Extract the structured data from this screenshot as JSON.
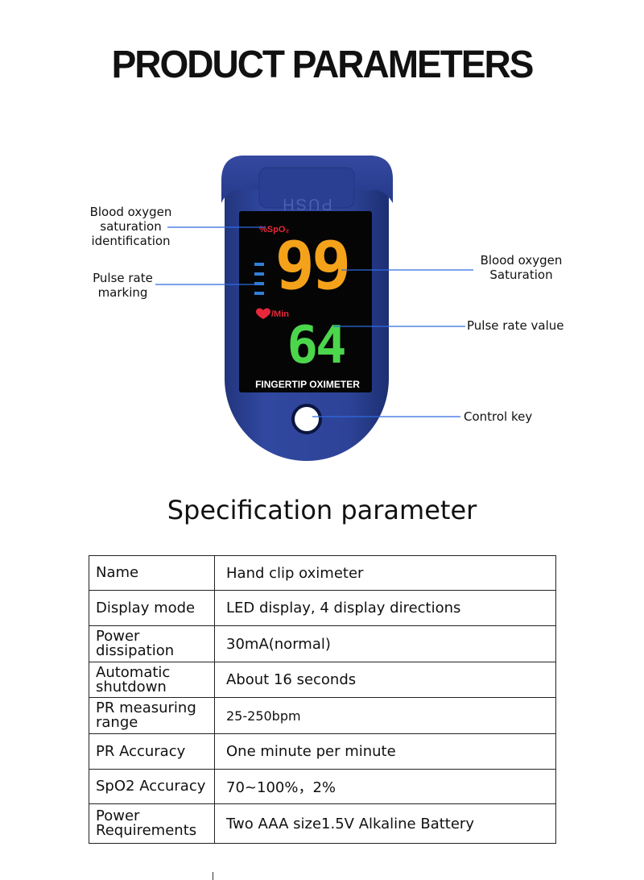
{
  "header": {
    "title": "PRODUCT PARAMETERS"
  },
  "device": {
    "push_text": "PUSH",
    "spo2_symbol": "%SpO₂",
    "spo2_value": "99",
    "pr_unit": "/Min",
    "pr_value": "64",
    "model_text": "FINGERTIP OXIMETER",
    "colors": {
      "body": "#2b3f8f",
      "screen": "#050505",
      "spo2_digits": "#f5a21b",
      "pr_digits": "#4cd64c",
      "label_red": "#e8283a",
      "bars": "#2f7fd8"
    }
  },
  "callouts": {
    "spo2_id": "Blood oxygen\nsaturation\nidentification",
    "pr_marking": "Pulse rate\nmarking",
    "spo2_sat": "Blood oxygen\nSaturation",
    "pr_value": "Pulse rate value",
    "control_key": "Control key"
  },
  "spec": {
    "title": "Specification parameter",
    "rows": [
      {
        "key": "Name",
        "value": "Hand clip oximeter"
      },
      {
        "key": "Display mode",
        "value": "LED display, 4 display directions"
      },
      {
        "key": "Power\ndissipation",
        "value": "30mA(normal)"
      },
      {
        "key": "Automatic\nshutdown",
        "value": "About 16 seconds"
      },
      {
        "key": "PR measuring\nrange",
        "value": "25-250bpm"
      },
      {
        "key": "PR Accuracy",
        "value": "One minute per minute"
      },
      {
        "key": "SpO2 Accuracy",
        "value": "70~100%，2%"
      },
      {
        "key": "Power\nRequirements",
        "value": "Two AAA size1.5V Alkaline Battery"
      }
    ]
  }
}
